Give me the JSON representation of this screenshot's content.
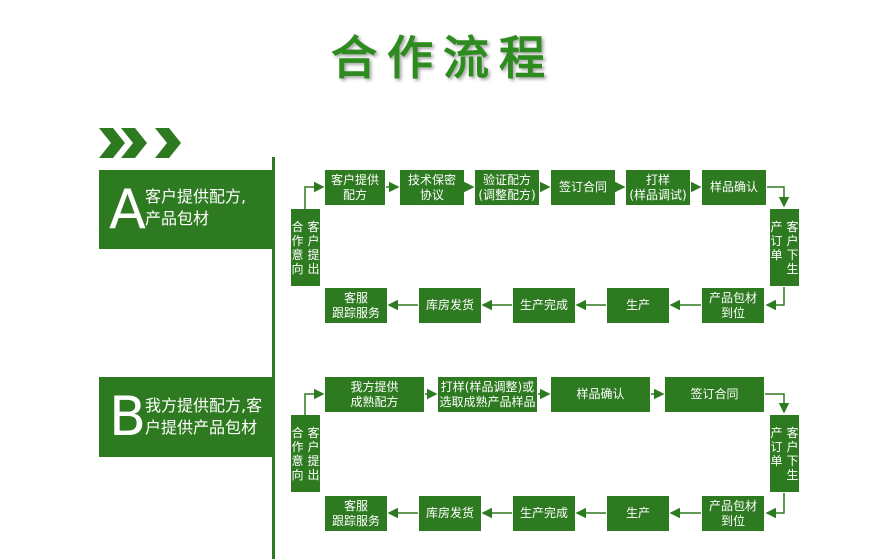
{
  "title": "合作流程",
  "colors": {
    "green": "#2e7a20",
    "title_green": "#2e8b1f"
  },
  "section_a": {
    "letter": "A",
    "text": "客户提供配方,\n产品包材",
    "steps_top": [
      "客户提供\n配方",
      "技术保密\n协议",
      "验证配方\n(调整配方)",
      "签订合同",
      "打样\n(样品调试)",
      "样品确认"
    ],
    "left_vertical": "客户提出合作意向",
    "right_vertical": "客户下生产订单",
    "steps_bottom": [
      "客服\n跟踪服务",
      "库房发货",
      "生产完成",
      "生产",
      "产品包材\n到位"
    ]
  },
  "section_b": {
    "letter": "B",
    "text": "我方提供配方,客\n户提供产品包材",
    "steps_top": [
      "我方提供\n成熟配方",
      "打样(样品调整)或\n选取成熟产品样品",
      "样品确认",
      "签订合同"
    ],
    "left_vertical": "客户提出合作意向",
    "right_vertical": "客户下生产订单",
    "steps_bottom": [
      "客服\n跟踪服务",
      "库房发货",
      "生产完成",
      "生产",
      "产品包材\n到位"
    ]
  }
}
